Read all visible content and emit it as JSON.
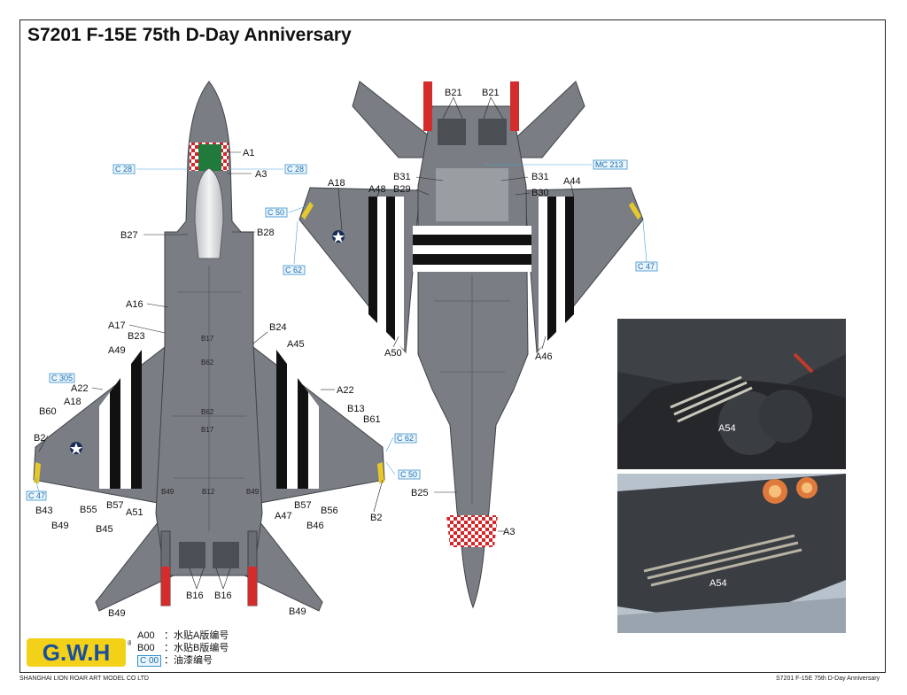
{
  "title": "S7201 F-15E 75th D-Day Anniversary",
  "footer": {
    "left": "SHANGHAI LION ROAR ART MODEL CO LTD",
    "right": "S7201  F-15E  75th  D-Day  Anniversary"
  },
  "logo": {
    "text": "G.W.H",
    "registered_mark": "®"
  },
  "legend": [
    {
      "code": "A00",
      "text": "：水贴A版编号"
    },
    {
      "code": "B00",
      "text": "：水贴B版编号"
    },
    {
      "code": "C 00",
      "text": "：油漆编号"
    }
  ],
  "colors": {
    "aircraft_gray": "#7a7e84",
    "dark_gray": "#55585d",
    "stripe_black": "#111111",
    "stripe_white": "#ffffff",
    "checker_red": "#d2262a",
    "cockpit_green": "#1f7a3c",
    "tip_red": "#d42b2b",
    "tip_yellow": "#e7c82a",
    "paint_code_blue": "#1a6fb0"
  },
  "top_view_labels": {
    "a1": "A1",
    "a3": "A3",
    "c28_left": "C 28",
    "c28_right": "C 28",
    "b27": "B27",
    "b28": "B28",
    "a16": "A16",
    "a17": "A17",
    "b23": "B23",
    "b17_upper": "B17",
    "b24": "B24",
    "a45": "A45",
    "a49_upper": "A49",
    "b62_upper": "B62",
    "c305": "C 305",
    "a22_left": "A22",
    "a22_right": "A22",
    "a18": "A18",
    "b60": "B60",
    "b13": "B13",
    "b61": "B61",
    "b62_lower": "B62",
    "b17_lower": "B17",
    "b2_left": "B2",
    "c62": "C 62",
    "c50": "C 50",
    "c47": "C 47",
    "b49_mid_left": "B49",
    "b12": "B12",
    "b49_mid_right": "B49",
    "b43": "B43",
    "b55": "B55",
    "b57_left": "B57",
    "a51": "A51",
    "a47": "A47",
    "b57_right": "B57",
    "b56": "B56",
    "b2_right": "B2",
    "b49_left": "B49",
    "b45": "B45",
    "b46": "B46",
    "b16_left": "B16",
    "b16_right": "B16",
    "b49_bottom_left": "B49",
    "b49_bottom_right": "B49"
  },
  "bottom_view_labels": {
    "b21_left": "B21",
    "b21_right": "B21",
    "mc213": "MC 213",
    "b31_left": "B31",
    "b31_right": "B31",
    "a18": "A18",
    "a48": "A48",
    "b29": "B29",
    "b30": "B30",
    "a44": "A44",
    "c50": "C 50",
    "c62": "C 62",
    "c47": "C 47",
    "a50": "A50",
    "a46": "A46",
    "b25": "B25",
    "a3": "A3"
  },
  "photos": [
    {
      "label": "A54"
    },
    {
      "label": "A54"
    }
  ]
}
